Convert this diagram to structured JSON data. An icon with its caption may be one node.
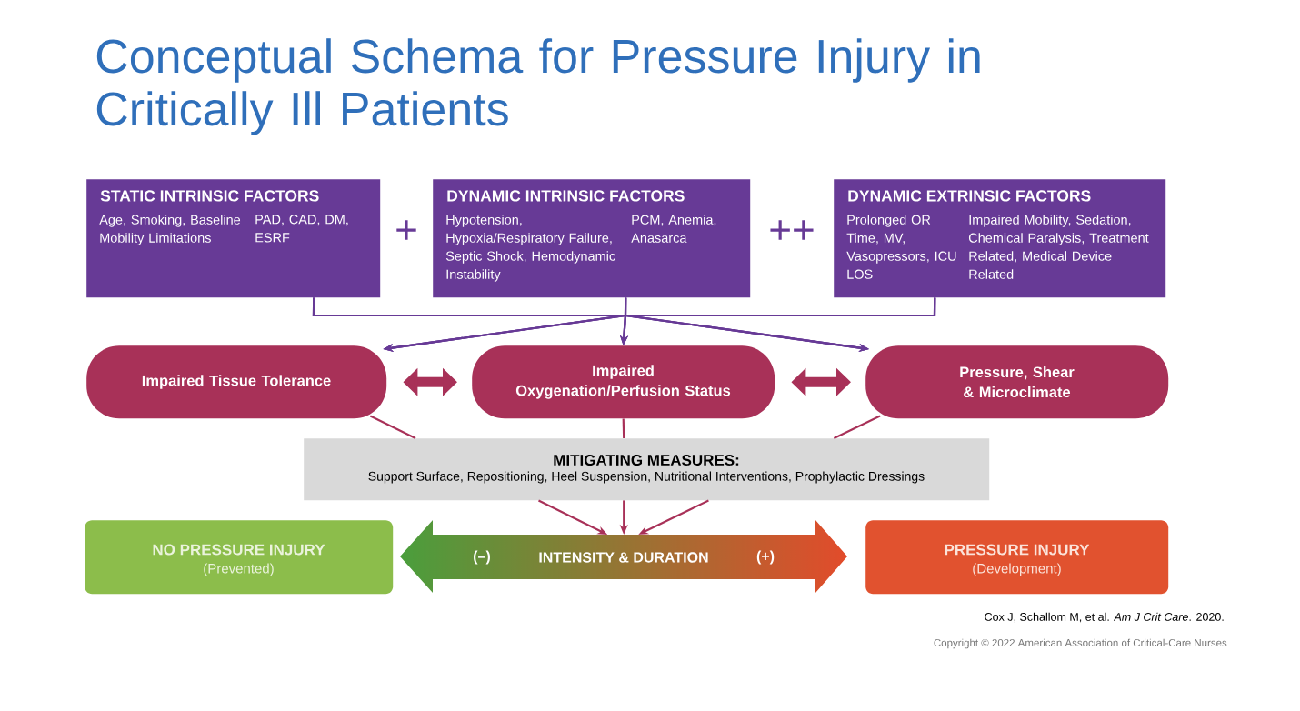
{
  "diagram": {
    "title": "Conceptual Schema for Pressure Injury in Critically Ill Patients",
    "nodes": [
      {
        "text": [
          "STATIC INTRINSIC FACTORS",
          "Age, Smoking, Baseline Mobility Limitations",
          "PAD, CAD, DM, ESRF"
        ]
      },
      {
        "text": [
          "DYNAMIC INTRINSIC FACTORS",
          "Hypotension, Hypoxia/Respiratory Failure, Septic Shock, Hemodynamic Instability",
          "PCM, Anemia, Anasarca"
        ]
      },
      {
        "text": [
          "DYNAMIC EXTRINSIC FACTORS",
          "Prolonged OR Time, MV, Vasopressors, ICU LOS",
          "Impaired Mobility, Sedation, Chemical Paralysis, Treatment Related, Medical Device Related"
        ]
      },
      {
        "text": [
          "Impaired Tissue Tolerance"
        ]
      },
      {
        "text": [
          "Impaired Oxygenation/Perfusion Status"
        ]
      },
      {
        "text": [
          "Pressure, Shear & Microclimate"
        ]
      },
      {
        "text": [
          "MITIGATING MEASURES:",
          "Support Surface, Repositioning, Heel Suspension, Nutritional Interventions, Prophylactic Dressings"
        ]
      },
      {
        "text": [
          "NO PRESSURE INJURY",
          "(Prevented)"
        ]
      },
      {
        "text": [
          "PRESSURE INJURY",
          "(Development)"
        ]
      },
      {
        "text": [
          "(–)",
          "INTENSITY & DURATION",
          "(+)"
        ]
      }
    ],
    "edges": [
      {
        "from": 0,
        "to": 3,
        "arrow": "to"
      },
      {
        "from": 0,
        "to": 4,
        "arrow": "to"
      },
      {
        "from": 0,
        "to": 5,
        "arrow": "to"
      },
      {
        "from": 1,
        "to": 3,
        "arrow": "to"
      },
      {
        "from": 1,
        "to": 4,
        "arrow": "to"
      },
      {
        "from": 1,
        "to": 5,
        "arrow": "to"
      },
      {
        "from": 2,
        "to": 3,
        "arrow": "to"
      },
      {
        "from": 2,
        "to": 4,
        "arrow": "to"
      },
      {
        "from": 2,
        "to": 5,
        "arrow": "to"
      },
      {
        "from": 3,
        "to": 4,
        "arrow": "both",
        "style": "thick",
        "color": "#a83158"
      },
      {
        "from": 4,
        "to": 5,
        "arrow": "both",
        "style": "thick",
        "color": "#a83158"
      },
      {
        "from": 3,
        "to": 6,
        "arrow": "none",
        "color": "#a83158"
      },
      {
        "from": 4,
        "to": 6,
        "arrow": "none",
        "color": "#a83158"
      },
      {
        "from": 5,
        "to": 6,
        "arrow": "none",
        "color": "#a83158"
      },
      {
        "from": 6,
        "to": 9,
        "arrow": "to",
        "color": "#a83158"
      },
      {
        "from": 6,
        "to": 9,
        "arrow": "to",
        "color": "#a83158"
      },
      {
        "from": 6,
        "to": 9,
        "arrow": "to",
        "color": "#a83158"
      }
    ],
    "labels": [
      "+",
      "++",
      "Cox J, Schallom M, et al. *Am J Crit Care*. 2020.",
      "Copyright © 2022 American Association of Critical-Care Nurses"
    ]
  }
}
